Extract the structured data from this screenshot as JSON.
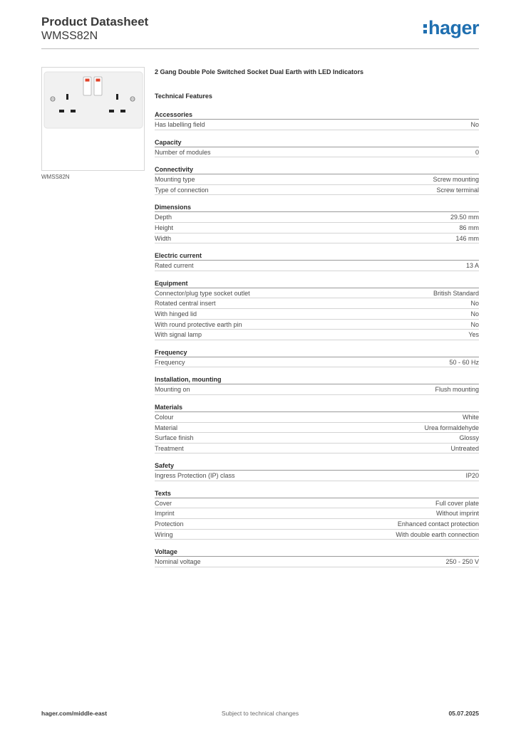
{
  "header": {
    "title": "Product Datasheet",
    "code": "WMSS82N",
    "logo": "hager"
  },
  "product": {
    "image_caption": "WMSS82N",
    "name": "2 Gang Double Pole Switched Socket Dual Earth with LED Indicators",
    "features_title": "Technical Features"
  },
  "groups": [
    {
      "title": "Accessories",
      "rows": [
        {
          "label": "Has labelling field",
          "value": "No"
        }
      ]
    },
    {
      "title": "Capacity",
      "rows": [
        {
          "label": "Number of modules",
          "value": "0"
        }
      ]
    },
    {
      "title": "Connectivity",
      "rows": [
        {
          "label": "Mounting type",
          "value": "Screw mounting"
        },
        {
          "label": "Type of connection",
          "value": "Screw terminal"
        }
      ]
    },
    {
      "title": "Dimensions",
      "rows": [
        {
          "label": "Depth",
          "value": "29.50 mm"
        },
        {
          "label": "Height",
          "value": "86 mm"
        },
        {
          "label": "Width",
          "value": "146 mm"
        }
      ]
    },
    {
      "title": "Electric current",
      "rows": [
        {
          "label": "Rated current",
          "value": "13 A"
        }
      ]
    },
    {
      "title": "Equipment",
      "rows": [
        {
          "label": "Connector/plug type socket outlet",
          "value": "British Standard"
        },
        {
          "label": "Rotated central insert",
          "value": "No"
        },
        {
          "label": "With hinged lid",
          "value": "No"
        },
        {
          "label": "With round protective earth pin",
          "value": "No"
        },
        {
          "label": "With signal lamp",
          "value": "Yes"
        }
      ]
    },
    {
      "title": "Frequency",
      "rows": [
        {
          "label": "Frequency",
          "value": "50 - 60 Hz"
        }
      ]
    },
    {
      "title": "Installation, mounting",
      "rows": [
        {
          "label": "Mounting on",
          "value": "Flush mounting"
        }
      ]
    },
    {
      "title": "Materials",
      "rows": [
        {
          "label": "Colour",
          "value": "White"
        },
        {
          "label": "Material",
          "value": "Urea formaldehyde"
        },
        {
          "label": "Surface finish",
          "value": "Glossy"
        },
        {
          "label": "Treatment",
          "value": "Untreated"
        }
      ]
    },
    {
      "title": "Safety",
      "rows": [
        {
          "label": "Ingress Protection (IP) class",
          "value": "IP20"
        }
      ]
    },
    {
      "title": "Texts",
      "rows": [
        {
          "label": "Cover",
          "value": "Full cover plate"
        },
        {
          "label": "Imprint",
          "value": "Without imprint"
        },
        {
          "label": "Protection",
          "value": "Enhanced contact protection"
        },
        {
          "label": "Wiring",
          "value": "With double earth connection"
        }
      ]
    },
    {
      "title": "Voltage",
      "rows": [
        {
          "label": "Nominal voltage",
          "value": "250 - 250 V"
        }
      ]
    }
  ],
  "footer": {
    "website": "hager.com/middle-east",
    "note": "Subject to technical changes",
    "date": "05.07.2025"
  },
  "colors": {
    "brand": "#1f6fb0",
    "indicator": "#e0432b"
  }
}
